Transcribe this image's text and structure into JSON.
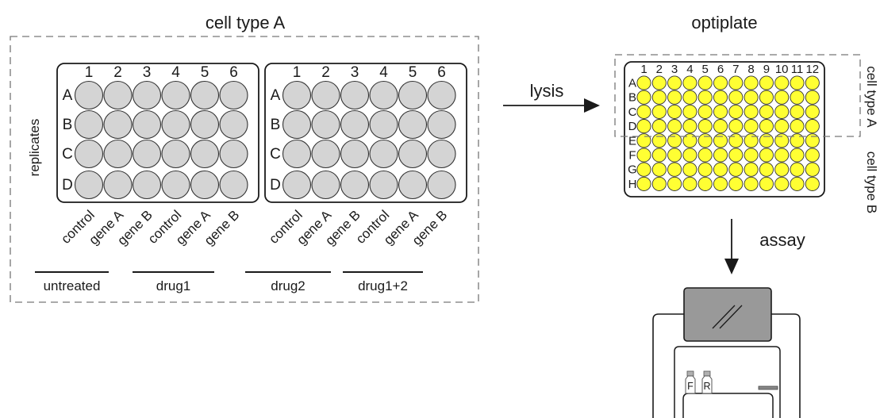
{
  "cell_type_panel": {
    "title": "cell type A",
    "row_axis_label": "replicates",
    "plate_columns": [
      "1",
      "2",
      "3",
      "4",
      "5",
      "6"
    ],
    "plate_rows": [
      "A",
      "B",
      "C",
      "D"
    ],
    "plates": [
      {
        "column_labels": [
          "control",
          "gene A",
          "gene B",
          "control",
          "gene A",
          "gene B"
        ]
      },
      {
        "column_labels": [
          "control",
          "gene A",
          "gene B",
          "control",
          "gene A",
          "gene B"
        ]
      }
    ],
    "treatments": [
      "untreated",
      "drug1",
      "drug2",
      "drug1+2"
    ],
    "well_color": "#d4d4d4"
  },
  "steps": {
    "lysis": "lysis",
    "assay": "assay"
  },
  "optiplate": {
    "title": "optiplate",
    "columns": [
      "1",
      "2",
      "3",
      "4",
      "5",
      "6",
      "7",
      "8",
      "9",
      "10",
      "11",
      "12"
    ],
    "rows": [
      "A",
      "B",
      "C",
      "D",
      "E",
      "F",
      "G",
      "H"
    ],
    "side_labels": [
      "cell type A",
      "cell type B"
    ],
    "well_color": "#ffff33"
  },
  "reader": {
    "bottle_labels": [
      "F",
      "R"
    ],
    "screen_color": "#999999"
  }
}
